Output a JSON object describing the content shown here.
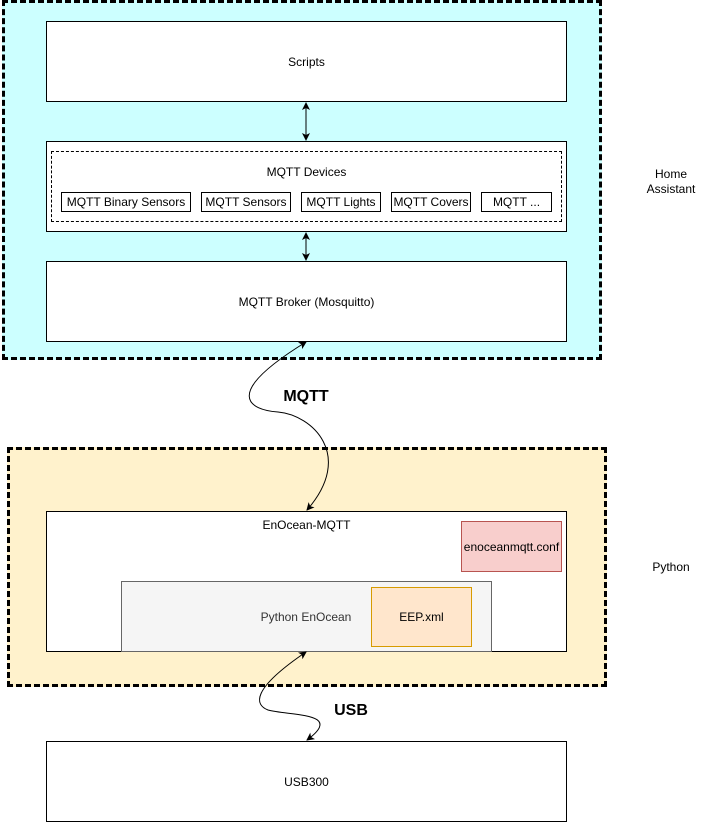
{
  "home_assistant": {
    "label": "Home\nAssistant",
    "scripts": "Scripts",
    "mqtt_devices": {
      "title": "MQTT Devices",
      "items": [
        "MQTT Binary Sensors",
        "MQTT Sensors",
        "MQTT Lights",
        "MQTT Covers",
        "MQTT ..."
      ]
    },
    "broker": "MQTT Broker (Mosquitto)"
  },
  "edge_mqtt": "MQTT",
  "python": {
    "label": "Python",
    "enocean_mqtt": "EnOcean-MQTT",
    "conf": "enoceanmqtt.conf",
    "python_enocean": "Python EnOcean",
    "eep": "EEP.xml"
  },
  "edge_usb": "USB",
  "usb300": "USB300",
  "colors": {
    "home_assistant_fill": "#ccffff",
    "python_fill": "#fff2cc",
    "conf_fill": "#f8cecc",
    "conf_border": "#b85450",
    "python_enocean_fill": "#f5f5f5",
    "python_enocean_border": "#666666",
    "eep_fill": "#ffe6cc",
    "eep_border": "#d79b00"
  }
}
